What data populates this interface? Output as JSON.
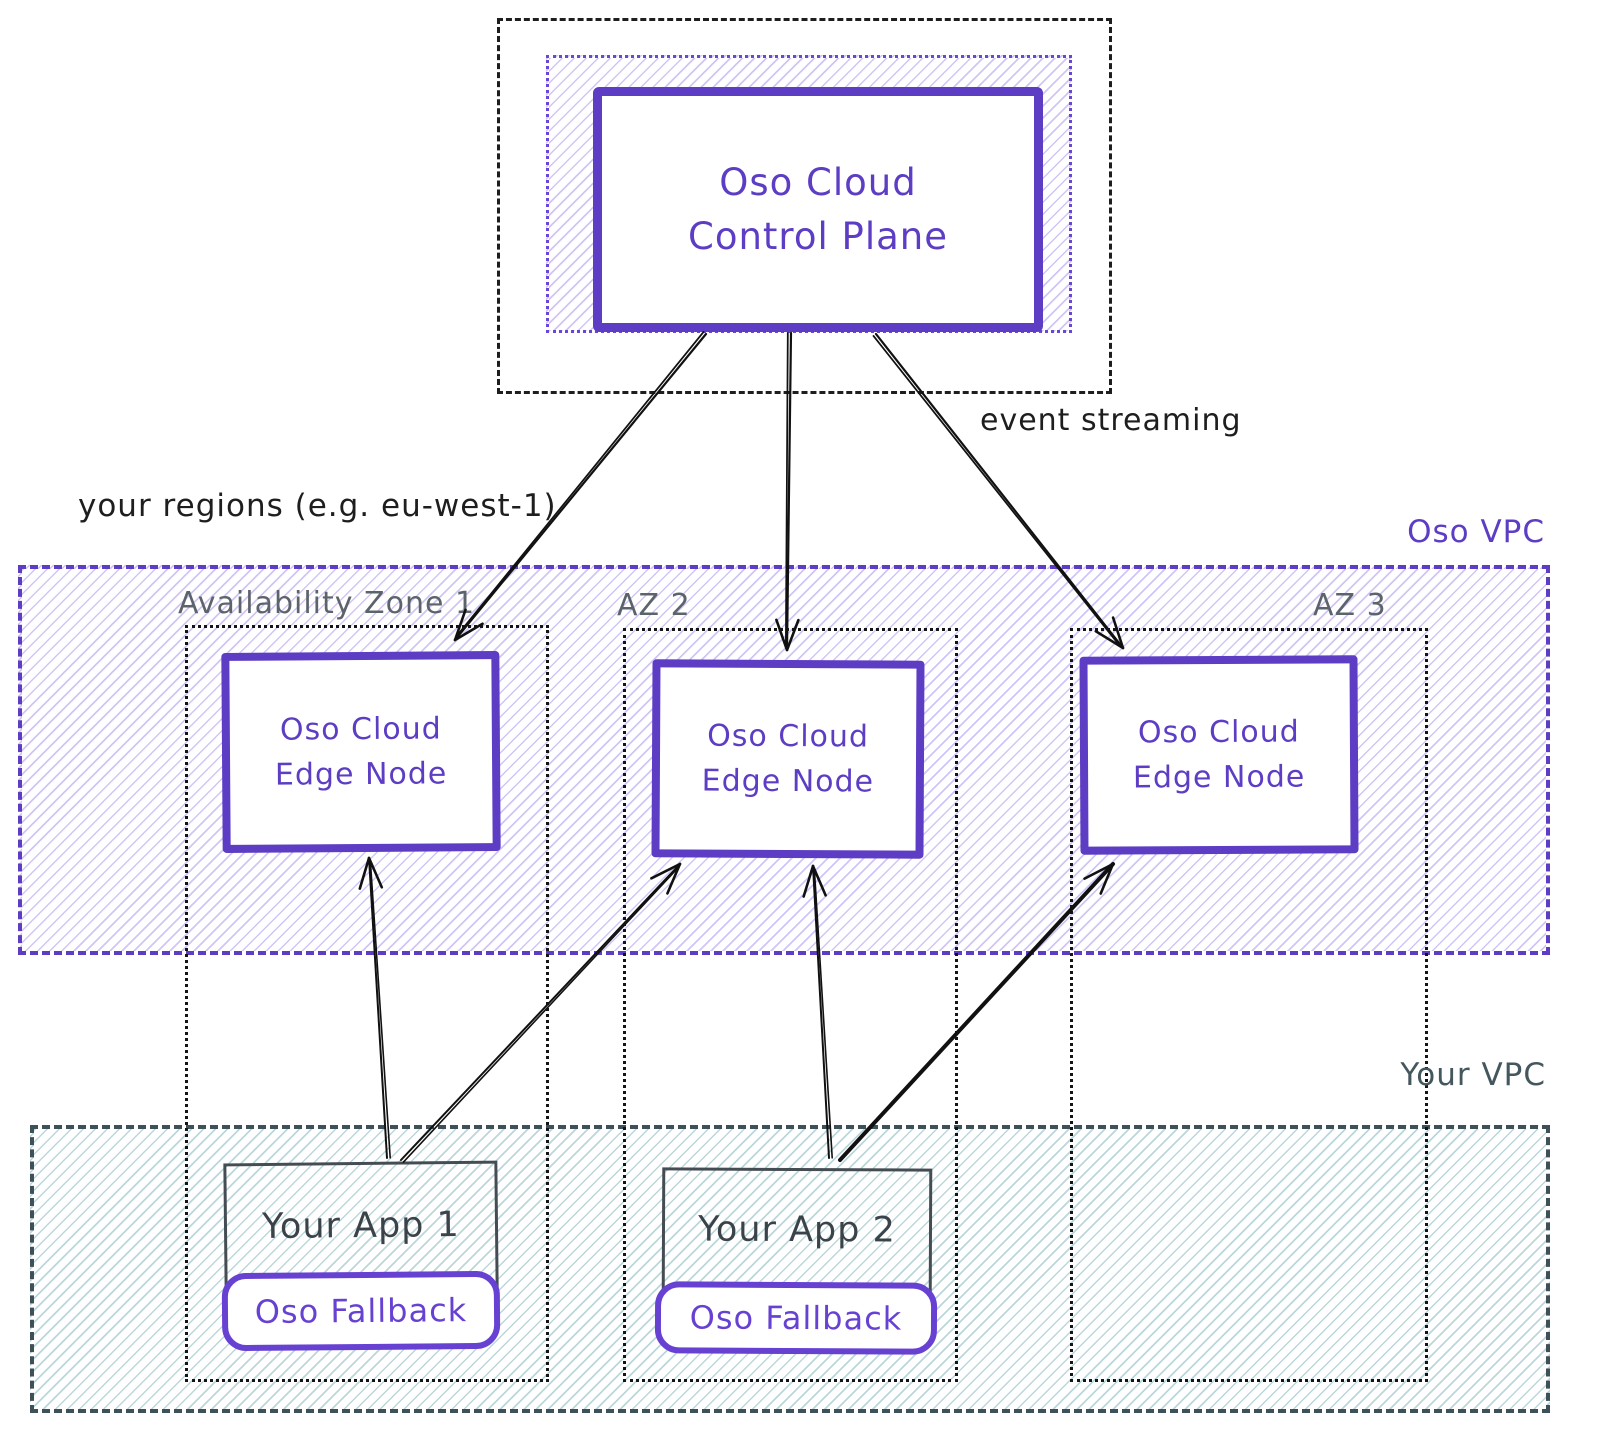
{
  "control_plane": {
    "line1": "Oso Cloud",
    "line2": "Control Plane"
  },
  "annotations": {
    "event_streaming": "event streaming",
    "your_regions": "your regions (e.g. eu-west-1)",
    "oso_vpc": "Oso VPC",
    "your_vpc": "Your VPC"
  },
  "zones": [
    {
      "label": "Availability Zone 1"
    },
    {
      "label": "AZ 2"
    },
    {
      "label": "AZ 3"
    }
  ],
  "edge_nodes": [
    {
      "line1": "Oso Cloud",
      "line2": "Edge Node"
    },
    {
      "line1": "Oso Cloud",
      "line2": "Edge Node"
    },
    {
      "line1": "Oso Cloud",
      "line2": "Edge Node"
    }
  ],
  "apps": [
    {
      "label": "Your App 1",
      "fallback": "Oso Fallback"
    },
    {
      "label": "Your App 2",
      "fallback": "Oso Fallback"
    }
  ],
  "colors": {
    "purple": "#5c3dc4",
    "purple_hatch": "#8c6eee",
    "teal_hatch": "#7aafb8",
    "your_vpc_dash": "#3f5158",
    "zone_label_gray": "#5c646b",
    "ink_black": "#1e1e1e"
  }
}
